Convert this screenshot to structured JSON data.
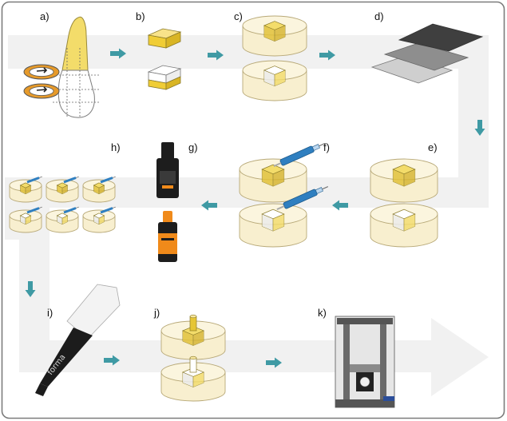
{
  "steps": {
    "a": "a)",
    "b": "b)",
    "c": "c)",
    "d": "d)",
    "e": "e)",
    "f": "f)",
    "g": "g)",
    "h": "h)",
    "i": "i)",
    "j": "j)",
    "k": "k)"
  },
  "stylus_brand": "forma",
  "colors": {
    "frame_border": "#7c7c7c",
    "flow_band": "#f2f2f2",
    "flow_arrow": "#3f9aa4",
    "enamel_yellow": "#f3dc6a",
    "dentin_white": "#ffffff",
    "mold_fill": "#f8efcf",
    "syringe_blue": "#2f7fc0",
    "bottle_orange": "#f08a1a",
    "bottle_black": "#1d1d1d",
    "sandpaper_dark": "#3c3c3c",
    "sandpaper_mid": "#8c8c8c",
    "sandpaper_light": "#c4c4c4"
  },
  "icons": {
    "tooth": "tooth-section-icon",
    "disc": "sectioning-disc-icon",
    "block": "specimen-block-icon",
    "mold": "acrylic-mold-icon",
    "sandpaper": "sandpaper-sheets-icon",
    "syringe": "etchant-syringe-icon",
    "bottle": "adhesive-bottle-icon",
    "stylus": "light-curing-unit-icon",
    "machine": "universal-testing-machine-icon"
  }
}
